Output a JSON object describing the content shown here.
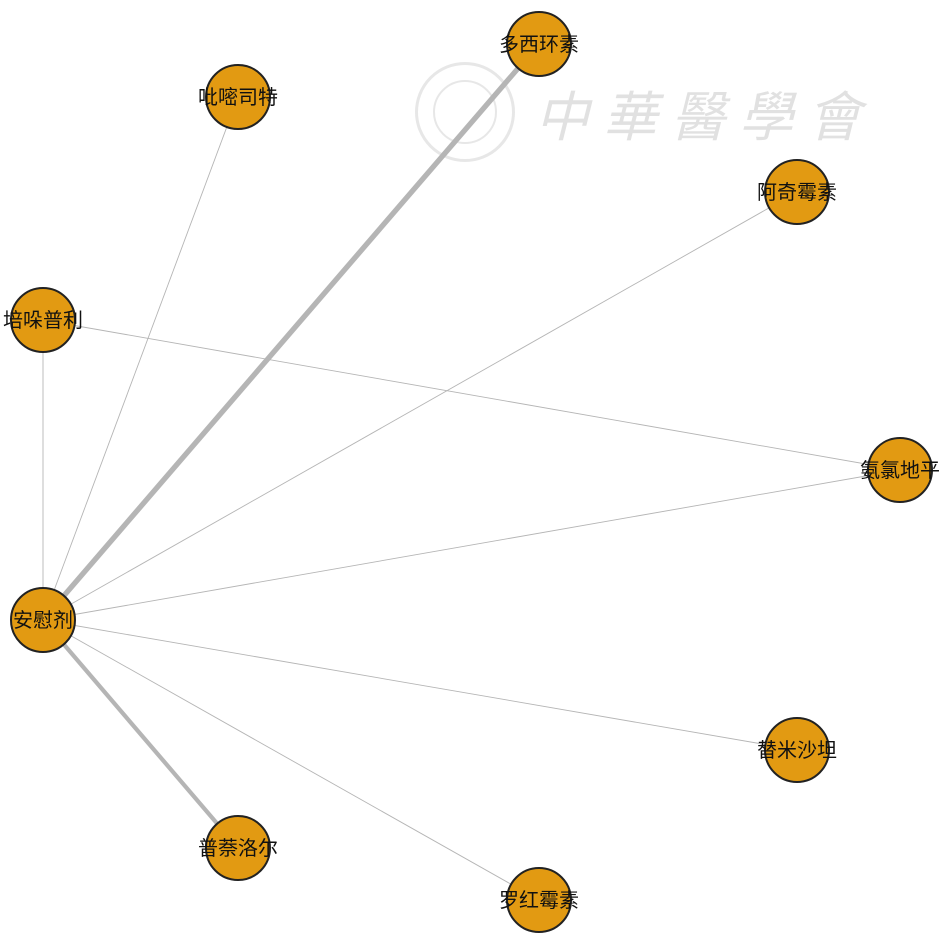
{
  "watermark": {
    "text": "中華醫學會"
  },
  "colors": {
    "node_fill": "#E29A12",
    "node_stroke": "#222222",
    "edge": "#b5b5b5"
  },
  "nodes": [
    {
      "id": "doxycycline",
      "label": "多西环素"
    },
    {
      "id": "pemirolast",
      "label": "吡嘧司特"
    },
    {
      "id": "azithromycin",
      "label": "阿奇霉素"
    },
    {
      "id": "perindopril",
      "label": "培哚普利"
    },
    {
      "id": "amlodipine",
      "label": "氨氯地平"
    },
    {
      "id": "placebo",
      "label": "安慰剂"
    },
    {
      "id": "telmisartan",
      "label": "替米沙坦"
    },
    {
      "id": "propranolol",
      "label": "普萘洛尔"
    },
    {
      "id": "roxithromycin",
      "label": "罗红霉素"
    }
  ],
  "edges": [
    {
      "source": "placebo",
      "target": "doxycycline",
      "weight": 4
    },
    {
      "source": "placebo",
      "target": "pemirolast",
      "weight": 1
    },
    {
      "source": "placebo",
      "target": "azithromycin",
      "weight": 1
    },
    {
      "source": "placebo",
      "target": "perindopril",
      "weight": 1
    },
    {
      "source": "placebo",
      "target": "amlodipine",
      "weight": 1
    },
    {
      "source": "placebo",
      "target": "telmisartan",
      "weight": 1
    },
    {
      "source": "placebo",
      "target": "propranolol",
      "weight": 3
    },
    {
      "source": "placebo",
      "target": "roxithromycin",
      "weight": 1
    },
    {
      "source": "perindopril",
      "target": "amlodipine",
      "weight": 1
    }
  ]
}
